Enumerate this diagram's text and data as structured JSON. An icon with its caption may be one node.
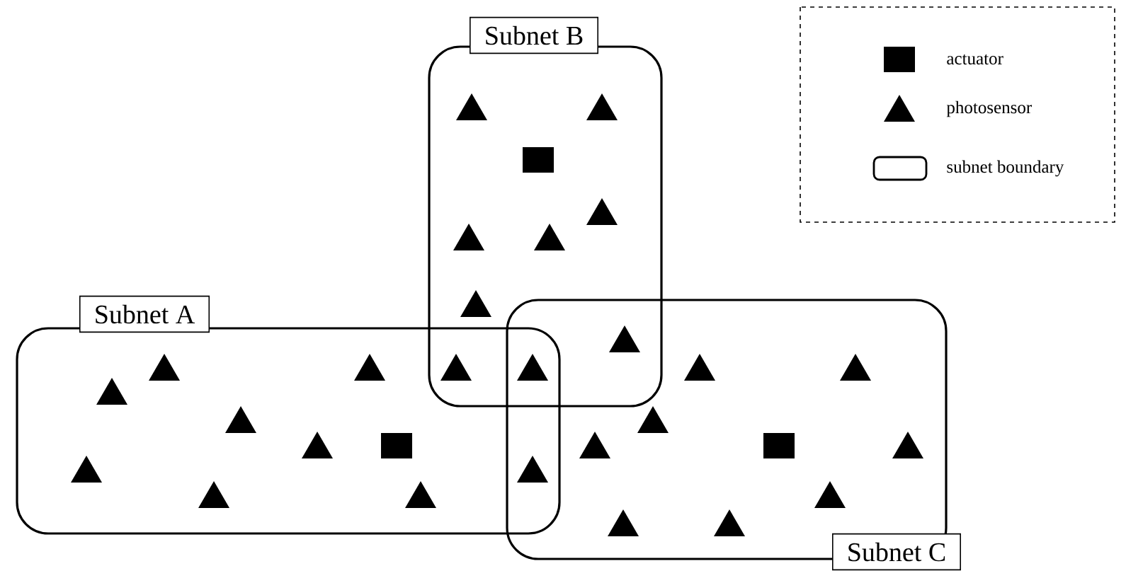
{
  "diagram": {
    "nodes": [
      {
        "text": [
          "Subnet B"
        ]
      },
      {
        "text": [
          "Subnet A"
        ]
      },
      {
        "text": [
          "Subnet C"
        ]
      }
    ],
    "legend": [
      {
        "text": "actuator"
      },
      {
        "text": "photosensor"
      },
      {
        "text": "subnet boundary"
      }
    ]
  }
}
